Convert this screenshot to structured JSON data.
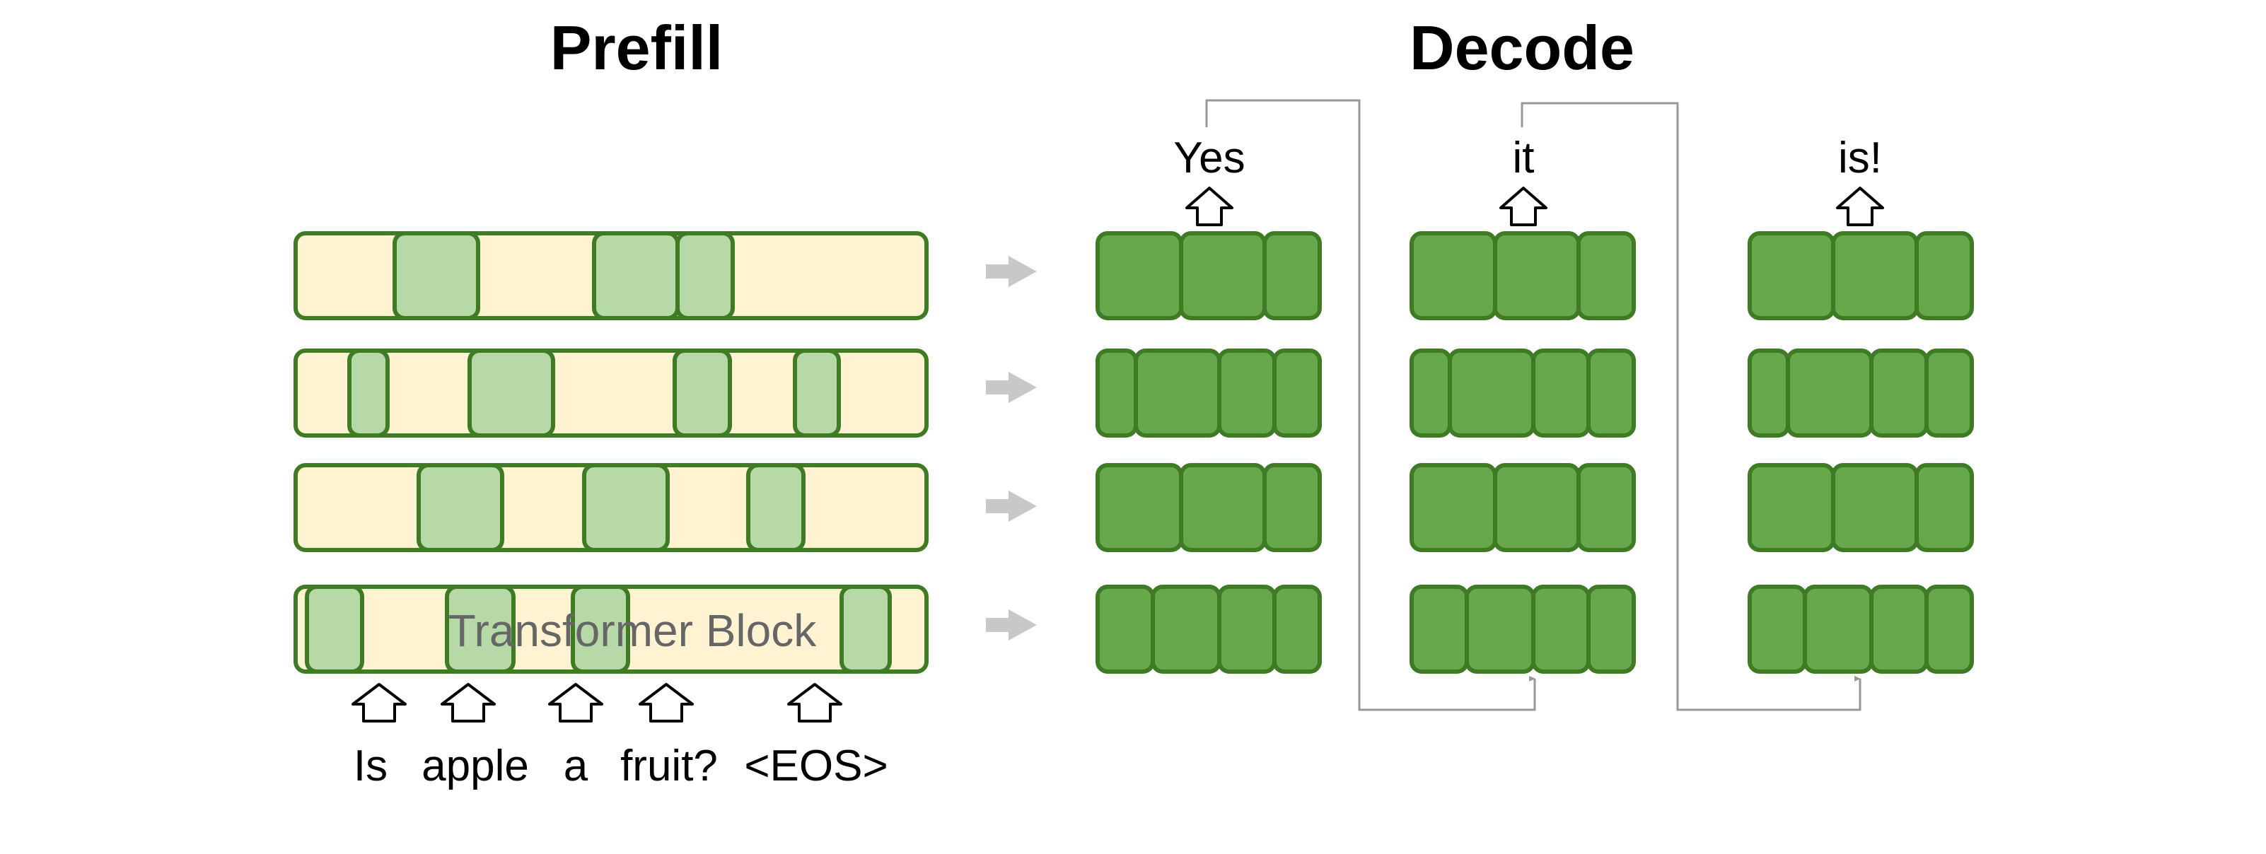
{
  "titles": {
    "prefill": "Prefill",
    "decode": "Decode"
  },
  "prefill": {
    "block_label": "Transformer Block",
    "input_tokens": [
      "Is",
      "apple",
      "a",
      "fruit?",
      "<EOS>"
    ]
  },
  "decode": {
    "output_tokens": [
      "Yes",
      "it",
      "is!"
    ]
  },
  "colors": {
    "block_fill": "#fff3d1",
    "block_stroke": "#3f7a24",
    "attended_fill": "#b7d9a8",
    "decode_fill": "#67a84c",
    "flow_arrow": "#c8c8c8",
    "connector_line": "#999999"
  }
}
